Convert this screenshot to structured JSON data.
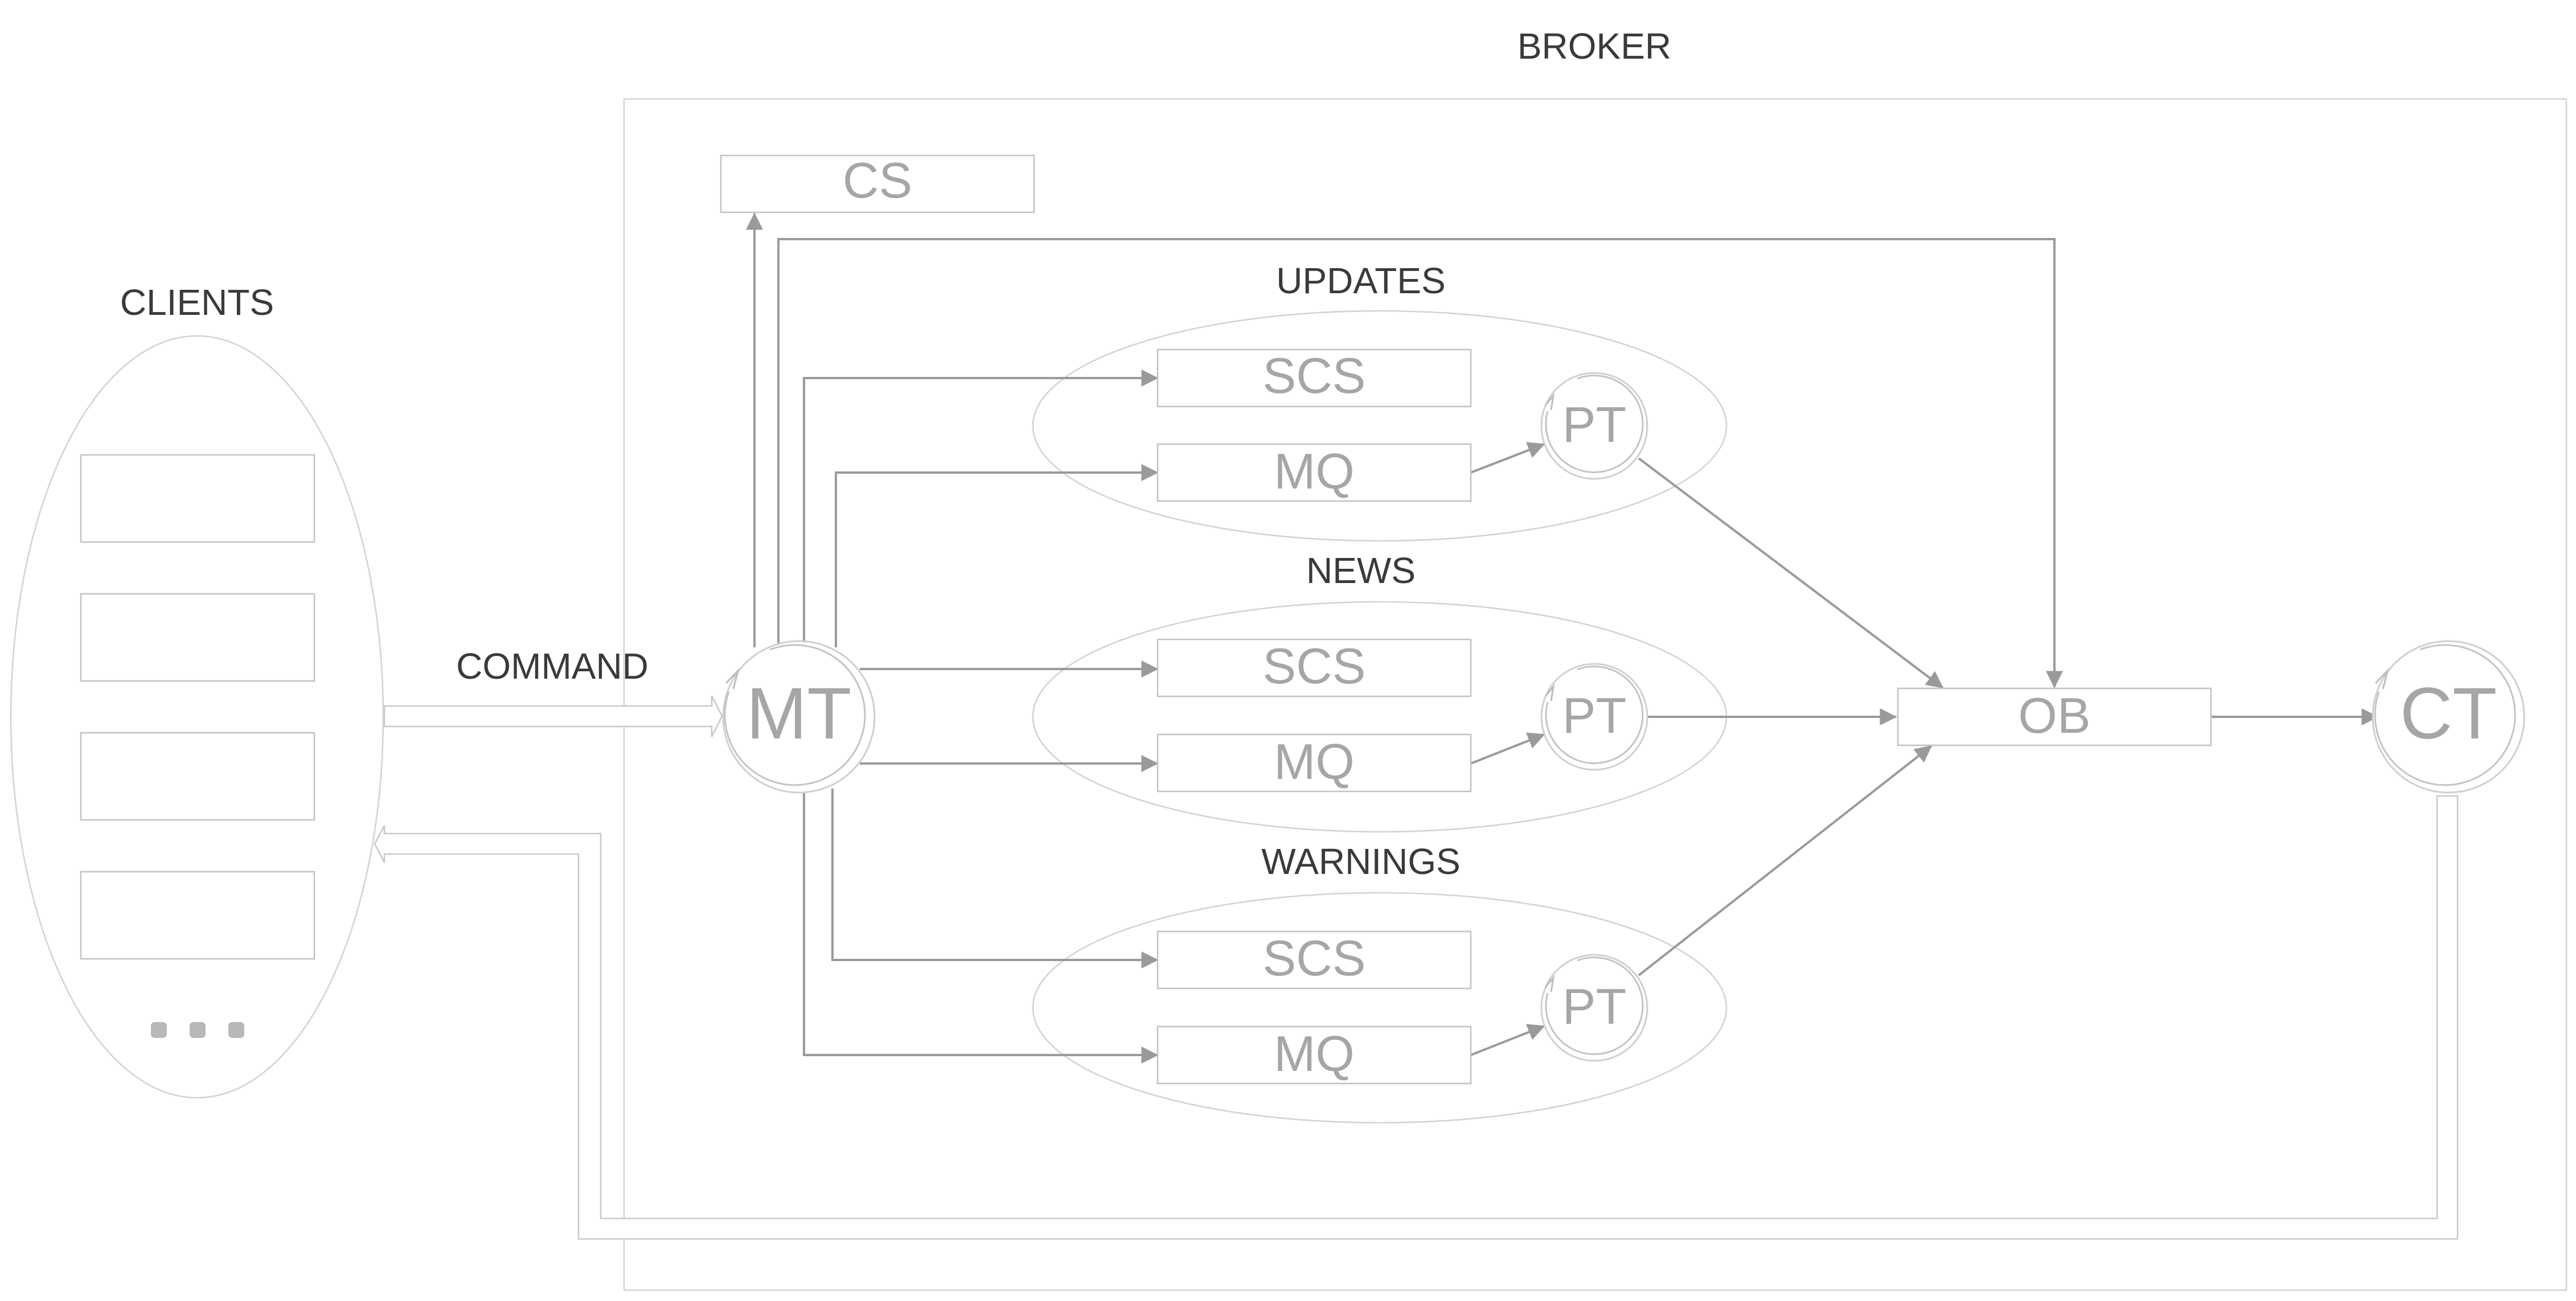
{
  "labels": {
    "broker": "BROKER",
    "clients": "CLIENTS",
    "command": "COMMAND",
    "updates": "UPDATES",
    "news": "NEWS",
    "warnings": "WARNINGS"
  },
  "nodes": {
    "cs": "CS",
    "mt": "MT",
    "ob": "OB",
    "ct": "CT",
    "updates": {
      "scs": "SCS",
      "mq": "MQ",
      "pt": "PT"
    },
    "news": {
      "scs": "SCS",
      "mq": "MQ",
      "pt": "PT"
    },
    "warnings": {
      "scs": "SCS",
      "mq": "MQ",
      "pt": "PT"
    }
  },
  "clients": {
    "client_count_shown": 4,
    "more_indicator": "ellipsis-dots"
  },
  "colors": {
    "title_text": "#3a3a3a",
    "node_text": "#a6a6a6",
    "arrow": "#9a9a9a",
    "outline": "#d4d4d4"
  }
}
